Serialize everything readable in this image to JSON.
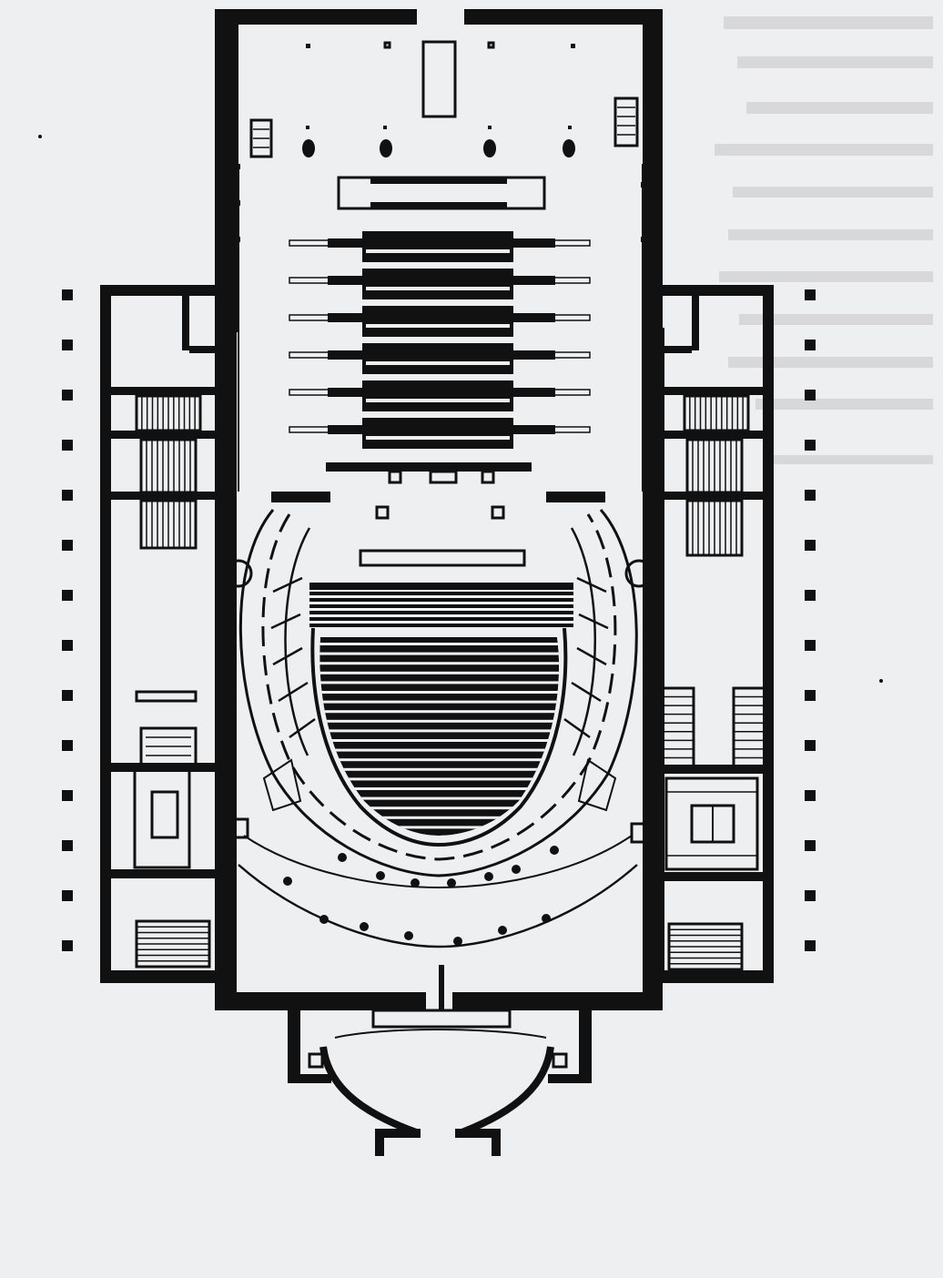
{
  "figure": {
    "subject": "theatre-floor-plan",
    "colors": {
      "ink": "#111111",
      "paper": "#eeeff1",
      "bleed": "#c9cacd"
    },
    "structure": {
      "seating_rows_stalls": 20,
      "seating_rows_amphi": 6,
      "flat_wings": 6,
      "foyer_columns_front": 8,
      "foyer_columns_back": 6,
      "outer_piers_per_side": 14
    }
  }
}
